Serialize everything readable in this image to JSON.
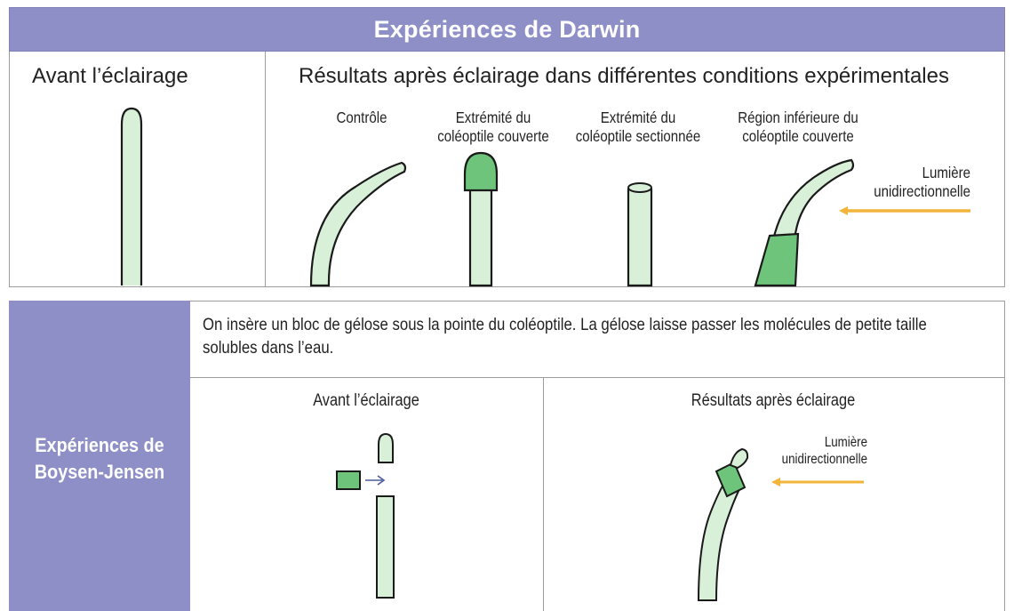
{
  "darwin": {
    "title": "Expériences de Darwin",
    "before_heading": "Avant l’éclairage",
    "results_heading": "Résultats après éclairage dans différentes conditions expérimentales",
    "conditions": [
      {
        "line1": "Contrôle",
        "line2": ""
      },
      {
        "line1": "Extrémité du",
        "line2": "coléoptile couverte"
      },
      {
        "line1": "Extrémité du",
        "line2": "coléoptile sectionnée"
      },
      {
        "line1": "Région inférieure du",
        "line2": "coléoptile couverte"
      }
    ],
    "light": {
      "line1": "Lumière",
      "line2": "unidirectionnelle"
    }
  },
  "boysen": {
    "side_title_line1": "Expériences de",
    "side_title_line2": "Boysen-Jensen",
    "description_line1": "On insère un bloc de gélose sous la pointe du coléoptile. La gélose laisse passer les molécules de petite taille",
    "description_line2": "solubles dans l’eau.",
    "before_heading": "Avant l’éclairage",
    "results_heading": "Résultats après éclairage",
    "light": {
      "line1": "Lumière",
      "line2": "unidirectionnelle"
    }
  },
  "colors": {
    "header_fill": "#8e8fc6",
    "coleoptile_fill": "#d8efd8",
    "cover_fill": "#6dc47a",
    "outline": "#1a1a1a",
    "light_arrow": "#f2b43a",
    "block_arrow": "#4a5a9a"
  }
}
